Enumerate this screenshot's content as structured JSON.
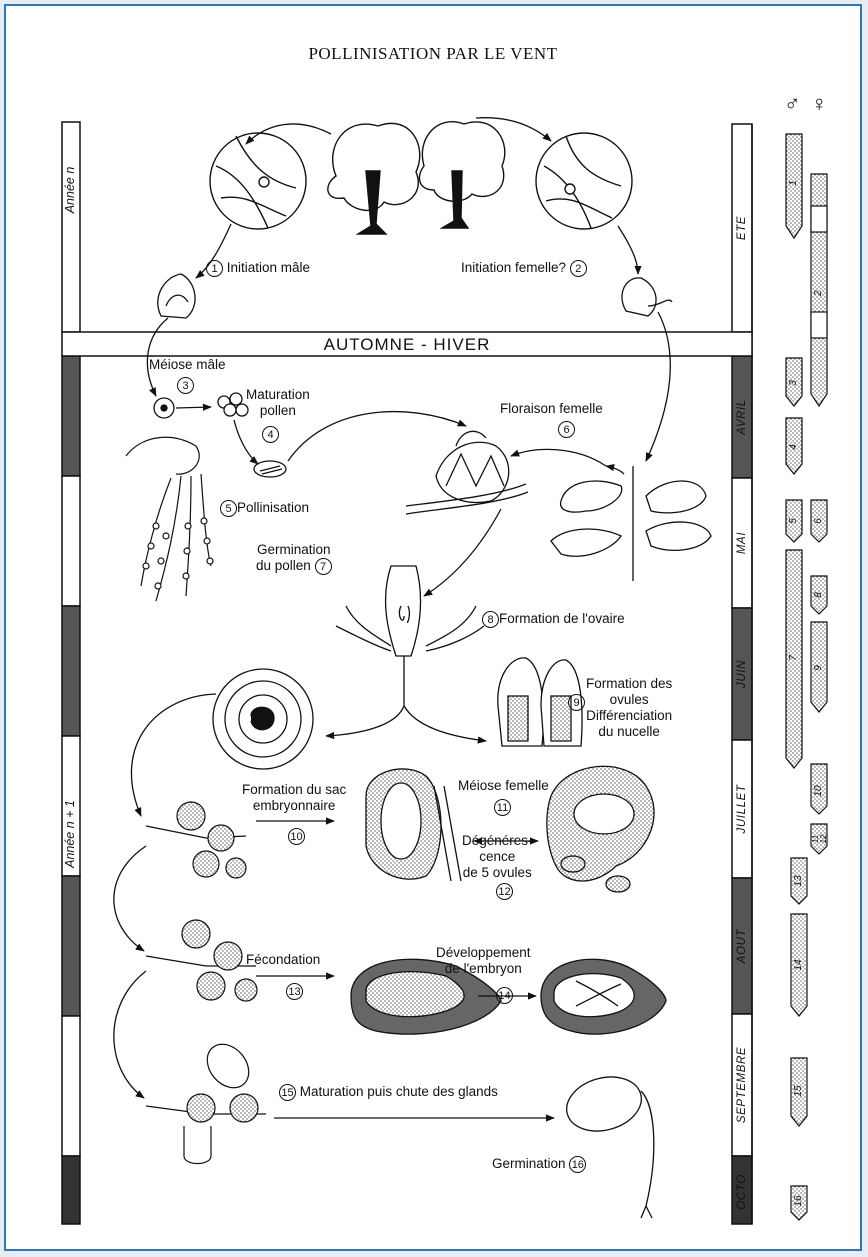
{
  "title": "POLLINISATION PAR LE VENT",
  "band": "AUTOMNE - HIVER",
  "years": {
    "year_n": "Année n",
    "year_n1": "Année n + 1"
  },
  "sex_symbols": {
    "male": "♂",
    "female": "♀"
  },
  "months": [
    "ETE",
    "AVRIL",
    "MAI",
    "JUIN",
    "JUILLET",
    "AOUT",
    "SEPTEMBRE",
    "OCTO."
  ],
  "bar_labels": [
    "1",
    "2",
    "3",
    "4",
    "5",
    "6",
    "7",
    "8",
    "9",
    "10",
    "11",
    "12",
    "13",
    "14",
    "15",
    "16"
  ],
  "steps": {
    "s1": {
      "num": "1",
      "text": "Initiation mâle"
    },
    "s2": {
      "num": "2",
      "text": "Initiation femelle?"
    },
    "s3": {
      "num": "3",
      "text": "Méiose mâle"
    },
    "s4": {
      "num": "4",
      "line1": "Maturation",
      "line2": "pollen"
    },
    "s5": {
      "num": "5",
      "text": "Pollinisation"
    },
    "s6": {
      "num": "6",
      "text": "Floraison femelle"
    },
    "s7": {
      "num": "7",
      "line1": "Germination",
      "line2": "du pollen"
    },
    "s8": {
      "num": "8",
      "text": "Formation de l'ovaire"
    },
    "s9": {
      "num": "9",
      "line1": "Formation des",
      "line2": "ovules",
      "line3": "Différenciation",
      "line4": "du nucelle"
    },
    "s10": {
      "num": "10",
      "line1": "Formation du sac",
      "line2": "embryonnaire"
    },
    "s11": {
      "num": "11",
      "text": "Méiose femelle"
    },
    "s12": {
      "num": "12",
      "line1": "Dégénéres-",
      "line2": "cence",
      "line3": "de 5 ovules"
    },
    "s13": {
      "num": "13",
      "text": "Fécondation"
    },
    "s14": {
      "num": "14",
      "line1": "Développement",
      "line2": "de l'embryon"
    },
    "s15": {
      "num": "15",
      "text": "Maturation puis chute des glands"
    },
    "s16": {
      "num": "16",
      "text": "Germination"
    }
  }
}
